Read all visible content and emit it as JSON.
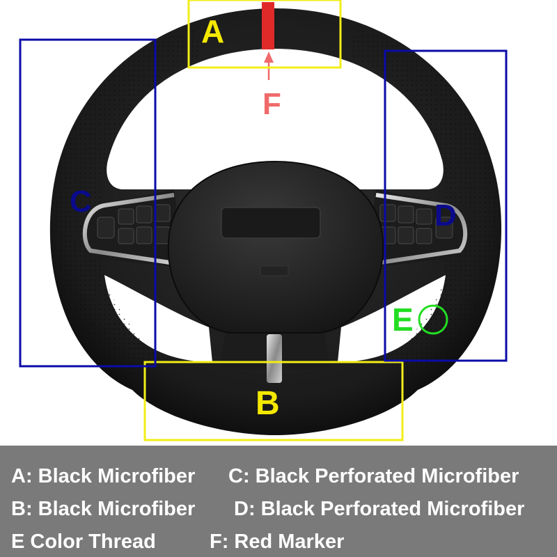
{
  "markers": {
    "a": "A",
    "b": "B",
    "c": "C",
    "d": "D",
    "e": "E",
    "f": "F"
  },
  "legend": {
    "a": "A: Black Microfiber",
    "c": "C: Black Perforated Microfiber",
    "b": "B: Black Microfiber",
    "d": "D: Black Perforated Microfiber",
    "e": "E  Color Thread",
    "f": "F: Red Marker"
  },
  "colors": {
    "yellow_box": "#f2ee18",
    "yellow_text": "#f5e800",
    "blue_box": "#0b0ba8",
    "blue_text": "#0a0a8c",
    "green": "#22dd22",
    "red_marker": "#e02a2a",
    "f_label": "#f06a6a",
    "legend_bg": "#7a7a7a"
  }
}
